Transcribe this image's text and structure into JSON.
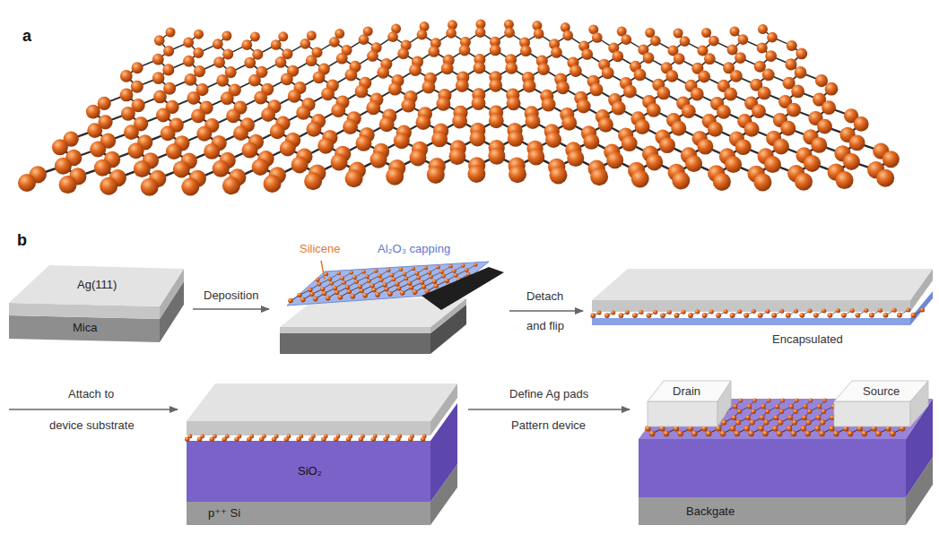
{
  "diagram": {
    "nodes": [
      {
        "text": [
          "Ag(111)"
        ]
      },
      {
        "text": [
          "Mica"
        ]
      },
      {
        "text": [
          "SiO₂"
        ]
      },
      {
        "text": [
          "p⁺⁺ Si"
        ]
      },
      {
        "text": [
          "Drain"
        ]
      },
      {
        "text": [
          "Source"
        ]
      },
      {
        "text": [
          "Backgate"
        ]
      }
    ],
    "labels": [
      "a",
      "b",
      "Silicene",
      "Al₂O₃ capping",
      "Deposition",
      "Detach",
      "and flip",
      "Encapsulated",
      "Attach to",
      "device substrate",
      "Define Ag pads",
      "Pattern device"
    ]
  }
}
